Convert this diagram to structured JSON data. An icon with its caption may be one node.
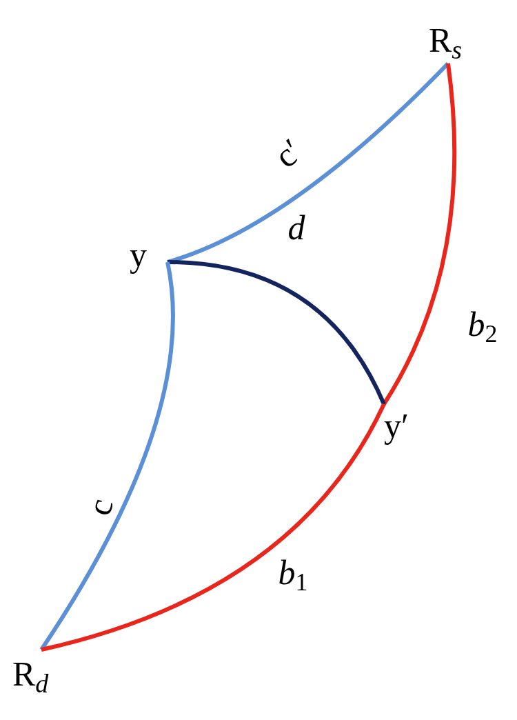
{
  "diagram": {
    "nodes": [
      {
        "text": [
          "R$_{s}$"
        ]
      },
      {
        "text": [
          "y"
        ]
      },
      {
        "text": [
          "y′"
        ]
      },
      {
        "text": [
          "R$_{d}$"
        ]
      }
    ],
    "edges": [
      {
        "from": 1,
        "to": 0,
        "arrow": "none",
        "label": "c′",
        "color": "#5b8fd6"
      },
      {
        "from": 0,
        "to": 2,
        "arrow": "none",
        "label": "*b*$_{2}$",
        "color": "#e8261c"
      },
      {
        "from": 1,
        "to": 2,
        "arrow": "none",
        "label": "*d*",
        "color": "#14245e"
      },
      {
        "from": 1,
        "to": 3,
        "arrow": "none",
        "label": "c",
        "color": "#5b8fd6"
      },
      {
        "from": 2,
        "to": 3,
        "arrow": "none",
        "label": "*b*$_{1}$",
        "color": "#e8261c"
      }
    ]
  }
}
